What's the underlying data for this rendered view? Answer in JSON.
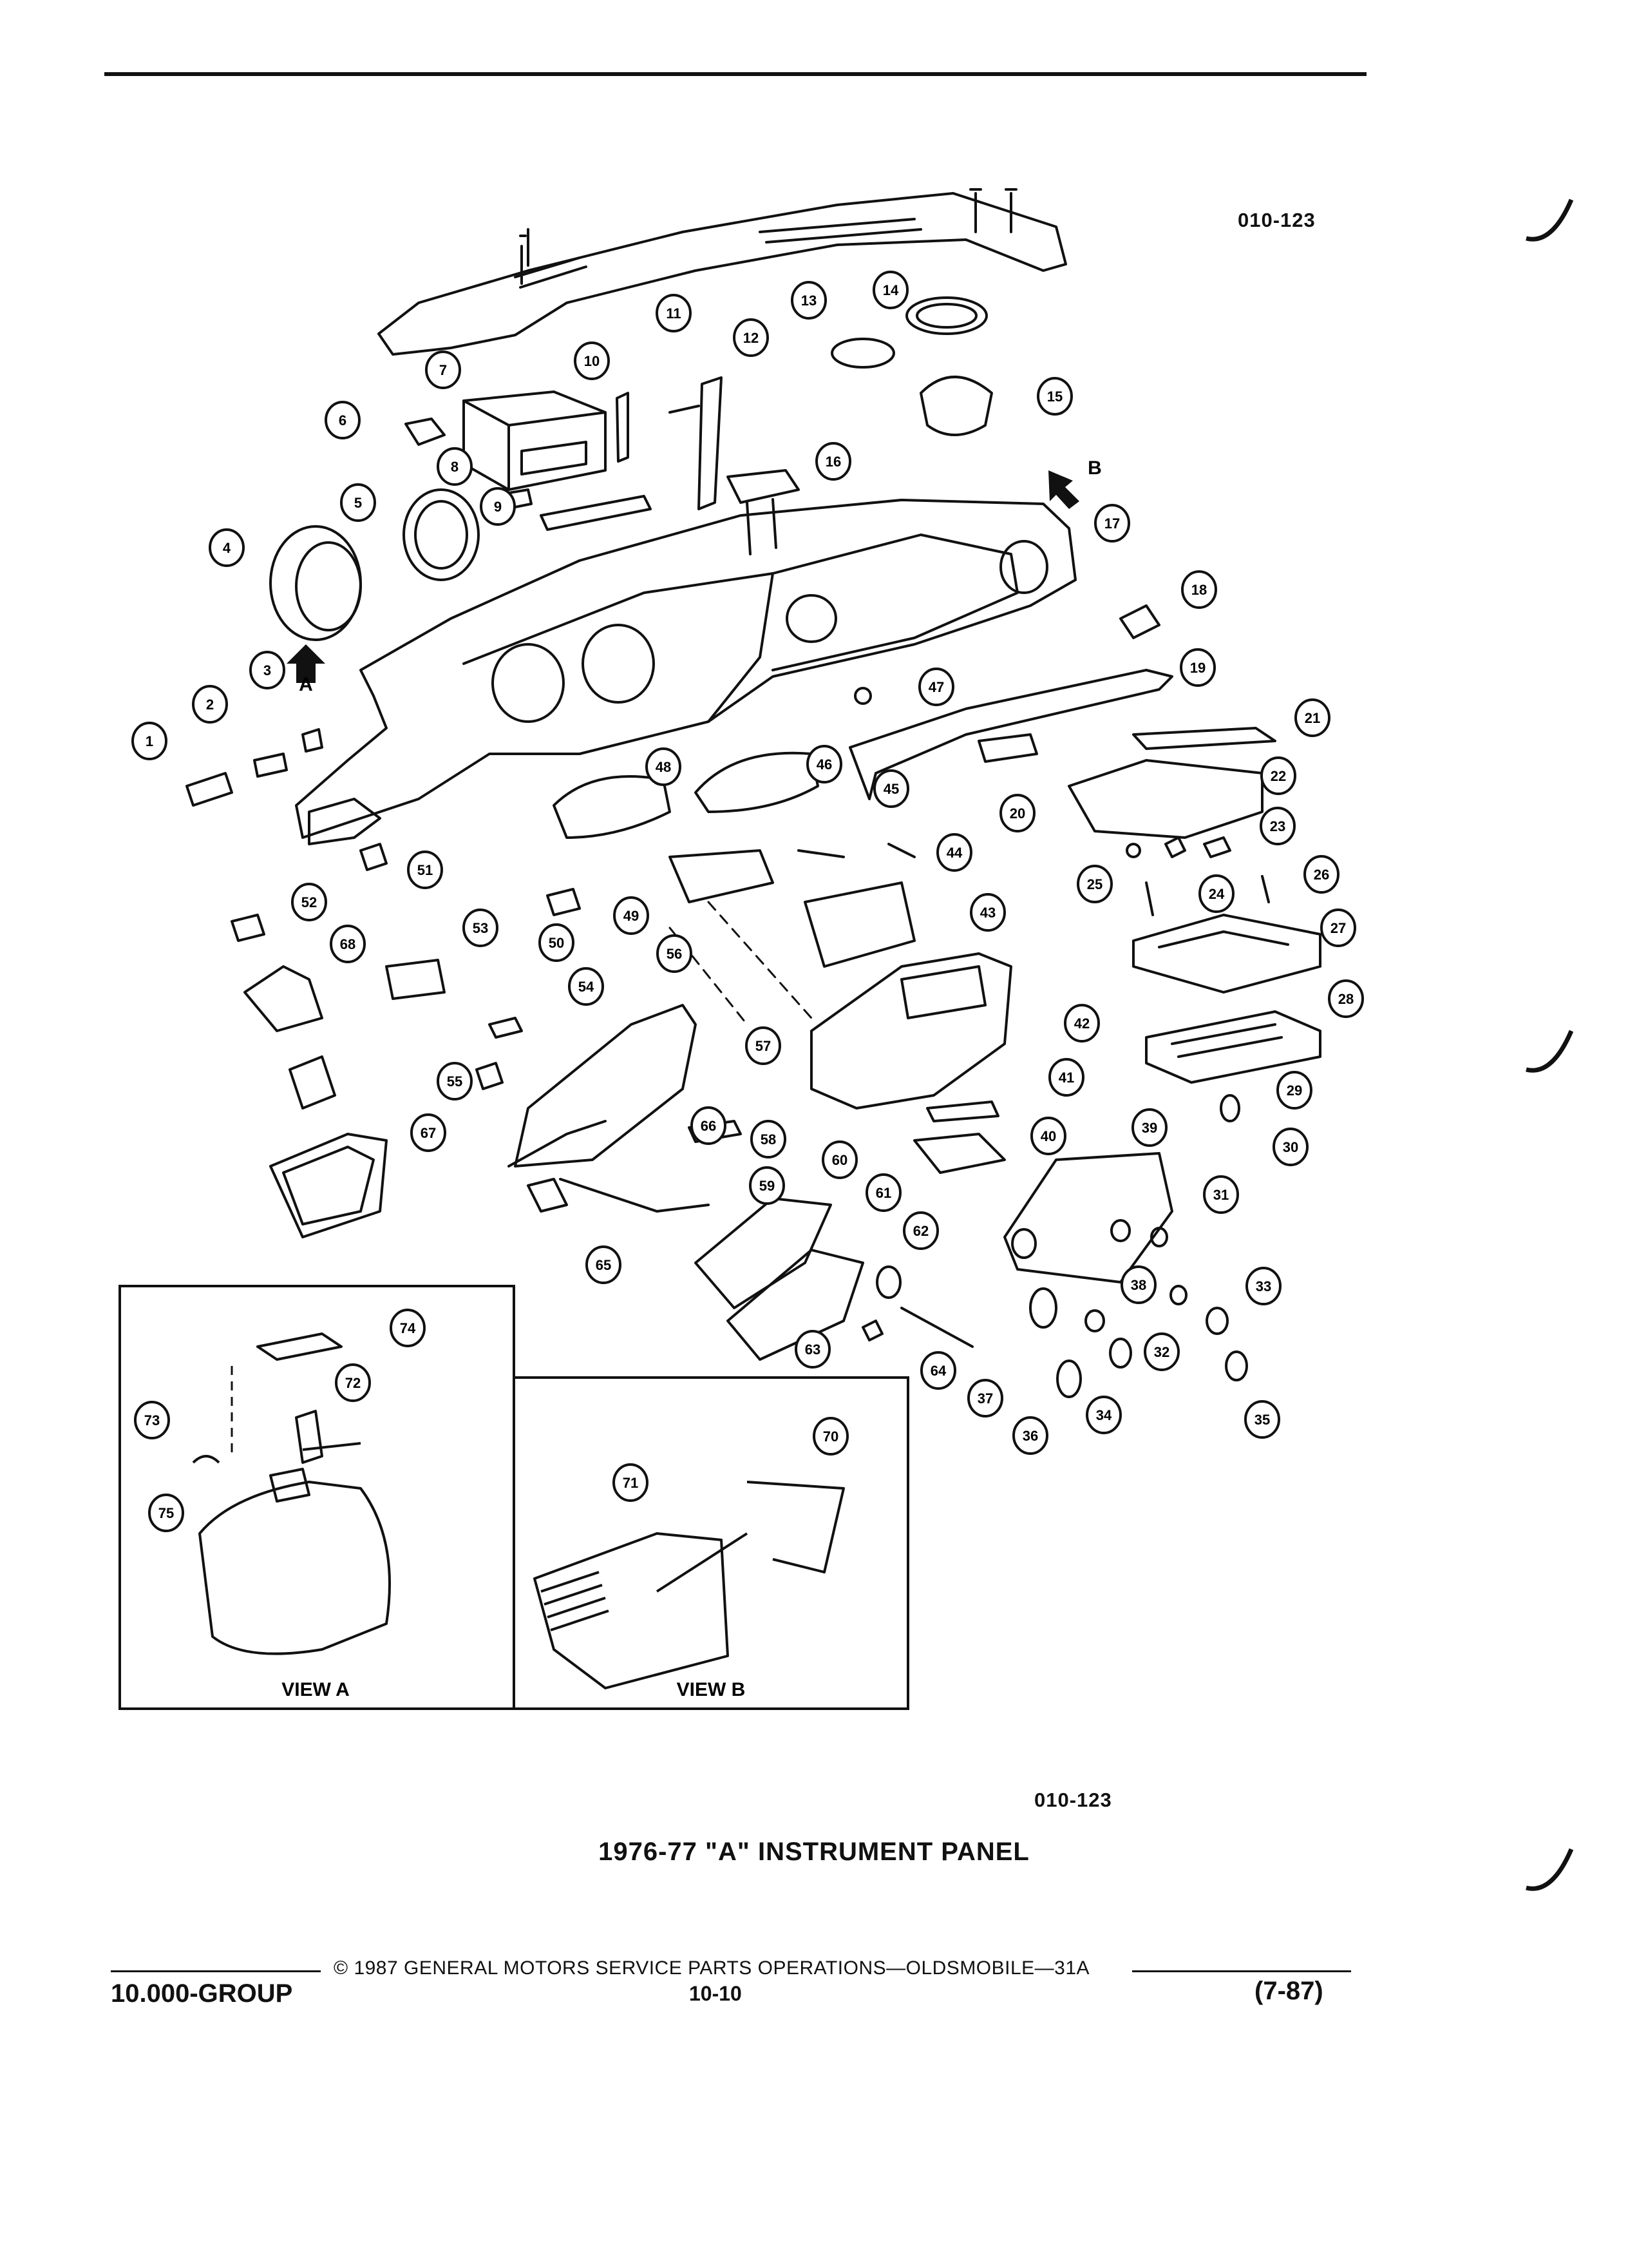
{
  "figure_code_top": "010-123",
  "figure_code_bottom": "010-123",
  "title": "1976-77 \"A\" INSTRUMENT PANEL",
  "view_labels": {
    "view_a": "VIEW A",
    "view_b": "VIEW B"
  },
  "arrow_labels": {
    "a": "A",
    "b": "B"
  },
  "footer": {
    "copyright": "© 1987 GENERAL MOTORS SERVICE PARTS OPERATIONS—OLDSMOBILE—31A",
    "group": "10.000-GROUP",
    "page": "10-10",
    "date": "(7-87)"
  },
  "callouts": [
    "1",
    "2",
    "3",
    "4",
    "5",
    "6",
    "7",
    "8",
    "9",
    "10",
    "11",
    "12",
    "13",
    "14",
    "15",
    "16",
    "17",
    "18",
    "19",
    "20",
    "21",
    "22",
    "23",
    "24",
    "25",
    "26",
    "27",
    "28",
    "29",
    "30",
    "31",
    "32",
    "33",
    "34",
    "35",
    "36",
    "37",
    "38",
    "39",
    "40",
    "41",
    "42",
    "43",
    "44",
    "45",
    "46",
    "47",
    "48",
    "49",
    "50",
    "51",
    "52",
    "53",
    "54",
    "55",
    "56",
    "57",
    "58",
    "59",
    "60",
    "61",
    "62",
    "63",
    "64",
    "65",
    "66",
    "67",
    "68",
    "70",
    "71",
    "72",
    "73",
    "74",
    "75"
  ]
}
